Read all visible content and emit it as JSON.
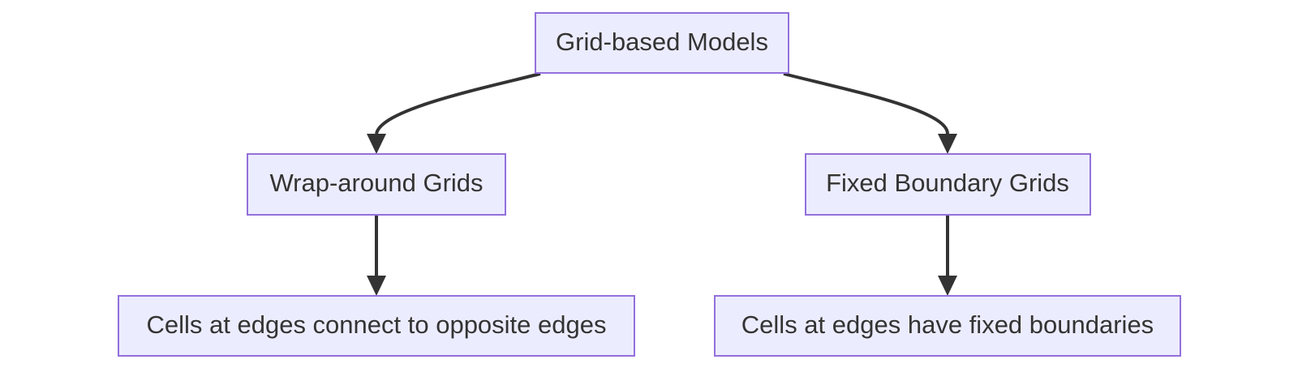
{
  "diagram": {
    "nodes": {
      "root": {
        "label": "Grid-based Models"
      },
      "wrap": {
        "label": "Wrap-around Grids"
      },
      "fixed": {
        "label": "Fixed Boundary Grids"
      },
      "wrap_desc": {
        "label": "Cells at edges connect to opposite edges"
      },
      "fixed_desc": {
        "label": "Cells at edges have fixed boundaries"
      }
    },
    "edges": [
      {
        "from": "Grid-based Models",
        "to": "Wrap-around Grids"
      },
      {
        "from": "Grid-based Models",
        "to": "Fixed Boundary Grids"
      },
      {
        "from": "Wrap-around Grids",
        "to": "Cells at edges connect to opposite edges"
      },
      {
        "from": "Fixed Boundary Grids",
        "to": "Cells at edges have fixed boundaries"
      }
    ],
    "colors": {
      "node_fill": "#ECECFF",
      "node_stroke": "#9370DB",
      "edge": "#333333",
      "text": "#333333"
    }
  }
}
